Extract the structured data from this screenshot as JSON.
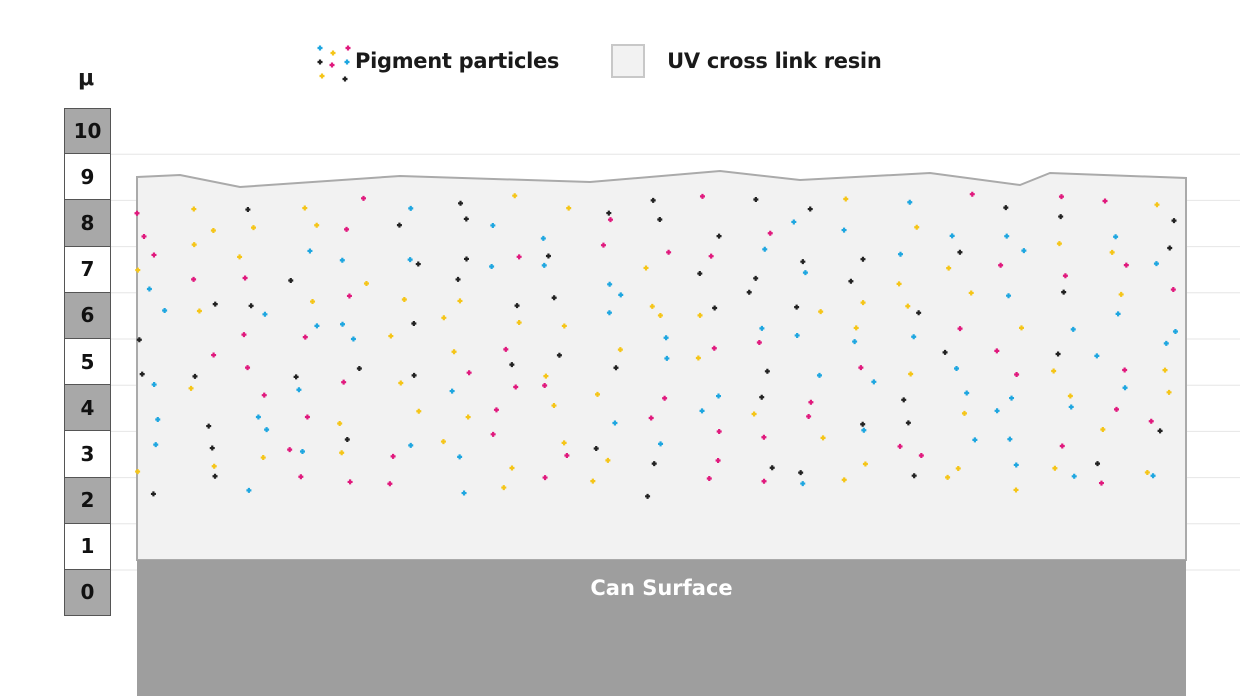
{
  "legend": {
    "pigment_label": "Pigment particles",
    "resin_label": "UV cross link resin"
  },
  "scale": {
    "unit": "μ",
    "ticks": [
      "10",
      "9",
      "8",
      "7",
      "6",
      "5",
      "4",
      "3",
      "2",
      "1",
      "0"
    ]
  },
  "substrate_label": "Can Surface",
  "colors": {
    "cyan": "#1ea6e0",
    "magenta": "#e0197d",
    "yellow": "#f5c518",
    "black": "#222222",
    "resin": "#f2f2f2",
    "resin_edge": "#aaaaaa",
    "can": "#9e9e9e",
    "scale_dark": "#a8a8a8"
  }
}
